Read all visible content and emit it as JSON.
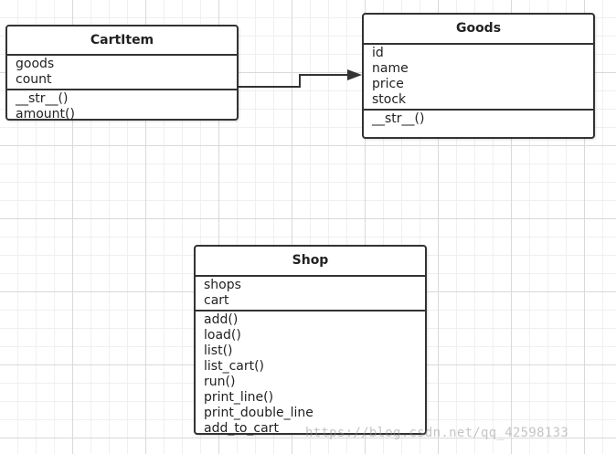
{
  "classes": {
    "cartitem": {
      "name": "CartItem",
      "attributes": [
        "goods",
        "count"
      ],
      "methods": [
        "__str__()",
        "amount()"
      ]
    },
    "goods": {
      "name": "Goods",
      "attributes": [
        "id",
        "name",
        "price",
        "stock"
      ],
      "methods": [
        "__str__()"
      ]
    },
    "shop": {
      "name": "Shop",
      "attributes": [
        "shops",
        "cart"
      ],
      "methods": [
        "add()",
        "load()",
        "list()",
        "list_cart()",
        "run()",
        "print_line()",
        "print_double_line",
        "add_to_cart"
      ]
    }
  },
  "relations": [
    {
      "from": "CartItem",
      "to": "Goods",
      "type": "association-arrow"
    }
  ],
  "colors": {
    "border": "#333333",
    "grid_major": "#d9d9d9",
    "grid_minor": "#f0f0f0",
    "background": "#ffffff"
  },
  "watermark": "https://blog.csdn.net/qq_42598133"
}
